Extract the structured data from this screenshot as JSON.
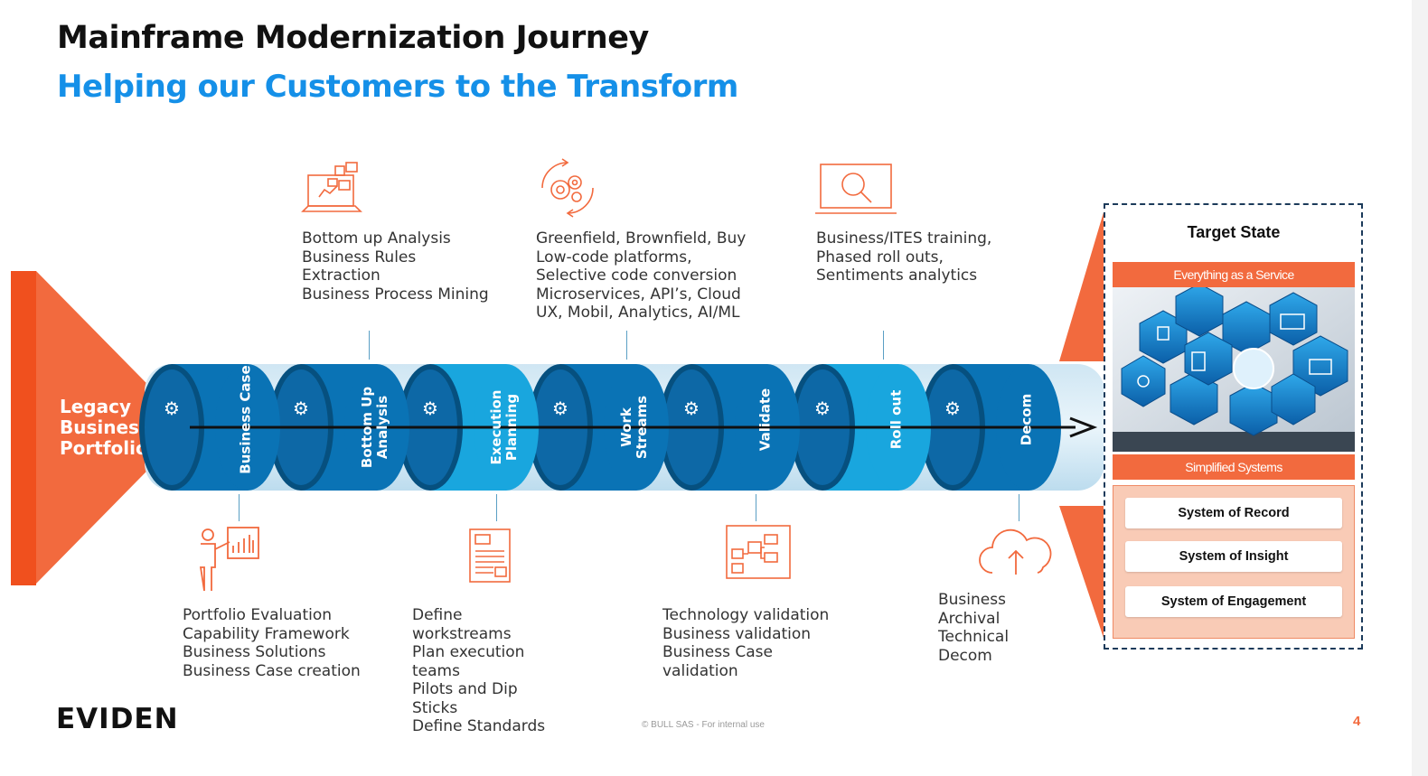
{
  "header": {
    "title": "Mainframe Modernization Journey",
    "subtitle": "Helping our Customers to the Transform"
  },
  "legacy_label": "Legacy\nBusiness\nPortfolio",
  "stages": [
    {
      "label": "Business Case",
      "color": "#0a73b5"
    },
    {
      "label": "Bottom Up\nAnalysis",
      "color": "#0a73b5"
    },
    {
      "label": "Execution\nPlanning",
      "color": "#19a6de"
    },
    {
      "label": "Work\nStreams",
      "color": "#0a73b5"
    },
    {
      "label": "Validate",
      "color": "#0a73b5"
    },
    {
      "label": "Roll out",
      "color": "#19a6de"
    },
    {
      "label": "Decom",
      "color": "#0a73b5"
    }
  ],
  "top_texts": {
    "bottom_up": "Bottom up Analysis\nBusiness Rules\nExtraction\nBusiness Process Mining",
    "work_streams": "Greenfield, Brownfield, Buy\nLow-code platforms,\nSelective code conversion\nMicroservices, API’s, Cloud\nUX, Mobil, Analytics, AI/ML",
    "roll_out": "Business/ITES training,\nPhased roll outs,\nSentiments analytics"
  },
  "bottom_texts": {
    "business_case": "Portfolio Evaluation\nCapability Framework\nBusiness Solutions\nBusiness Case creation",
    "execution_planning": "Define\nworkstreams\nPlan execution\nteams\nPilots and Dip\nSticks\nDefine Standards",
    "validate": "Technology validation\nBusiness validation\nBusiness Case\nvalidation",
    "decom": "Business\nArchival\nTechnical\nDecom"
  },
  "target_state": {
    "title": "Target State",
    "banner_top": "Everything as a Service",
    "banner_mid": "Simplified Systems",
    "systems": [
      "System of Record",
      "System of Insight",
      "System of Engagement"
    ]
  },
  "footer": {
    "logo": "EVIDEN",
    "copyright": "© BULL SAS - For internal use",
    "page_number": "4"
  },
  "colors": {
    "accent_orange": "#f26a3e",
    "accent_blue": "#1590e8",
    "cylinder_dark": "#0a73b5",
    "cylinder_light": "#19a6de"
  },
  "icons": {
    "bottom_up": "laptop-analysis-icon",
    "work_streams": "gears-cycle-icon",
    "roll_out": "monitor-search-icon",
    "business_case": "presenter-chart-icon",
    "execution_planning": "document-plan-icon",
    "validate": "flowchart-validate-icon",
    "decom": "cloud-upload-icon",
    "cylinder": "gear-icon"
  }
}
